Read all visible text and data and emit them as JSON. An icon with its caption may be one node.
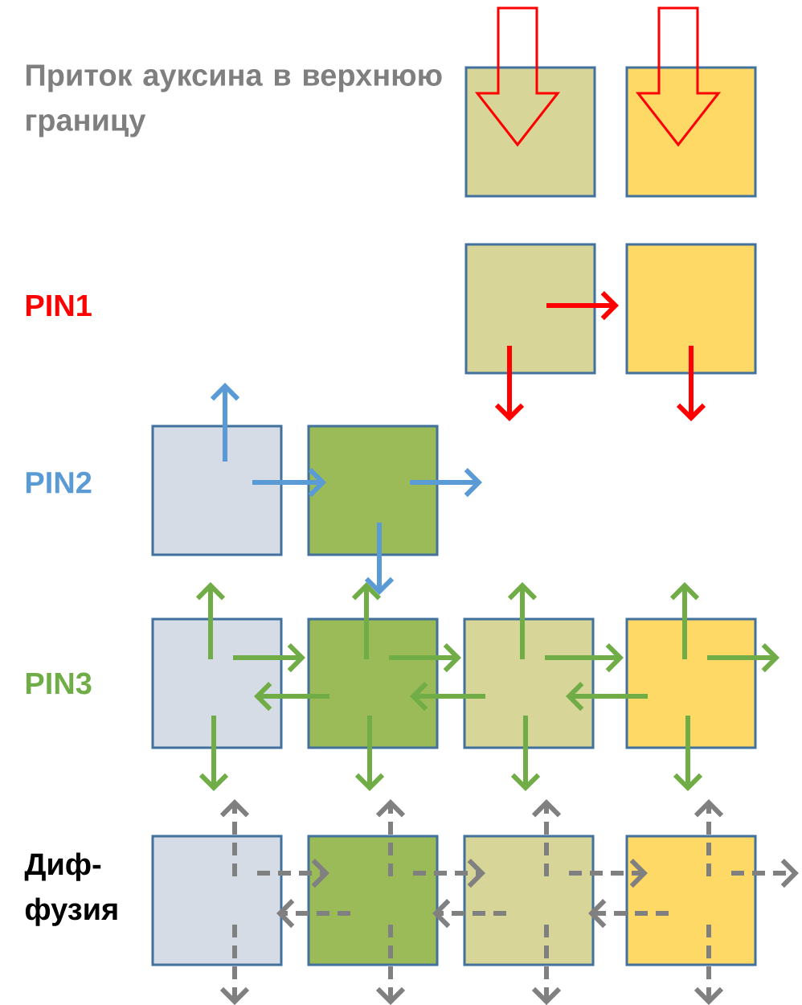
{
  "diagram": {
    "nodes": [
      {
        "text": [],
        "shape": "box"
      },
      {
        "text": [],
        "shape": "box"
      },
      {
        "text": [],
        "shape": "box"
      },
      {
        "text": [],
        "shape": "box"
      },
      {
        "text": [],
        "shape": "box"
      },
      {
        "text": [],
        "shape": "box"
      },
      {
        "text": [],
        "shape": "box"
      },
      {
        "text": [],
        "shape": "box"
      },
      {
        "text": [],
        "shape": "box"
      },
      {
        "text": [],
        "shape": "box"
      },
      {
        "text": [],
        "shape": "box"
      },
      {
        "text": [],
        "shape": "box"
      },
      {
        "text": [],
        "shape": "box"
      },
      {
        "text": [],
        "shape": "box"
      }
    ],
    "edges": [
      {
        "from": 2,
        "to": 3,
        "arrow": "to",
        "color": "#ff0000"
      },
      {
        "from": 2,
        "to": null,
        "arrow": "to",
        "color": "#ff0000"
      },
      {
        "from": 3,
        "to": null,
        "arrow": "to",
        "color": "#ff0000"
      },
      {
        "from": 4,
        "to": null,
        "arrow": "to",
        "color": "#5b9bd5"
      },
      {
        "from": 4,
        "to": 5,
        "arrow": "to",
        "color": "#5b9bd5"
      },
      {
        "from": 5,
        "to": null,
        "arrow": "to",
        "color": "#5b9bd5"
      },
      {
        "from": 5,
        "to": null,
        "arrow": "to",
        "color": "#5b9bd5"
      },
      {
        "from": 6,
        "to": null,
        "arrow": "to",
        "color": "#70ad47"
      },
      {
        "from": 6,
        "to": null,
        "arrow": "to",
        "color": "#70ad47"
      },
      {
        "from": 6,
        "to": 7,
        "arrow": "to",
        "color": "#70ad47"
      },
      {
        "from": 7,
        "to": null,
        "arrow": "to",
        "color": "#70ad47"
      },
      {
        "from": 7,
        "to": null,
        "arrow": "to",
        "color": "#70ad47"
      },
      {
        "from": 7,
        "to": 8,
        "arrow": "to",
        "color": "#70ad47"
      },
      {
        "from": 7,
        "to": 6,
        "arrow": "to",
        "color": "#70ad47"
      },
      {
        "from": 8,
        "to": null,
        "arrow": "to",
        "color": "#70ad47"
      },
      {
        "from": 8,
        "to": null,
        "arrow": "to",
        "color": "#70ad47"
      },
      {
        "from": 8,
        "to": 9,
        "arrow": "to",
        "color": "#70ad47"
      },
      {
        "from": 8,
        "to": 7,
        "arrow": "to",
        "color": "#70ad47"
      },
      {
        "from": 9,
        "to": null,
        "arrow": "to",
        "color": "#70ad47"
      },
      {
        "from": 9,
        "to": null,
        "arrow": "to",
        "color": "#70ad47"
      },
      {
        "from": 9,
        "to": null,
        "arrow": "to",
        "color": "#70ad47"
      },
      {
        "from": 9,
        "to": 8,
        "arrow": "to",
        "color": "#70ad47"
      },
      {
        "from": 10,
        "to": null,
        "arrow": "to",
        "style": "dashed",
        "color": "#808080"
      },
      {
        "from": 10,
        "to": null,
        "arrow": "to",
        "style": "dashed",
        "color": "#808080"
      },
      {
        "from": 10,
        "to": 11,
        "arrow": "to",
        "style": "dashed",
        "color": "#808080"
      },
      {
        "from": 11,
        "to": null,
        "arrow": "to",
        "style": "dashed",
        "color": "#808080"
      },
      {
        "from": 11,
        "to": null,
        "arrow": "to",
        "style": "dashed",
        "color": "#808080"
      },
      {
        "from": 11,
        "to": 12,
        "arrow": "to",
        "style": "dashed",
        "color": "#808080"
      },
      {
        "from": 11,
        "to": 10,
        "arrow": "to",
        "style": "dashed",
        "color": "#808080"
      },
      {
        "from": 12,
        "to": null,
        "arrow": "to",
        "style": "dashed",
        "color": "#808080"
      },
      {
        "from": 12,
        "to": null,
        "arrow": "to",
        "style": "dashed",
        "color": "#808080"
      },
      {
        "from": 12,
        "to": 13,
        "arrow": "to",
        "style": "dashed",
        "color": "#808080"
      },
      {
        "from": 12,
        "to": 11,
        "arrow": "to",
        "style": "dashed",
        "color": "#808080"
      },
      {
        "from": 13,
        "to": null,
        "arrow": "to",
        "style": "dashed",
        "color": "#808080"
      },
      {
        "from": 13,
        "to": null,
        "arrow": "to",
        "style": "dashed",
        "color": "#808080"
      },
      {
        "from": 13,
        "to": null,
        "arrow": "to",
        "style": "dashed",
        "color": "#808080"
      },
      {
        "from": 13,
        "to": 12,
        "arrow": "to",
        "style": "dashed",
        "color": "#808080"
      }
    ],
    "labels": [
      "Приток ауксина в верхнюю границу",
      "PIN1",
      "PIN2",
      "PIN3",
      "Диф- фузия"
    ]
  }
}
